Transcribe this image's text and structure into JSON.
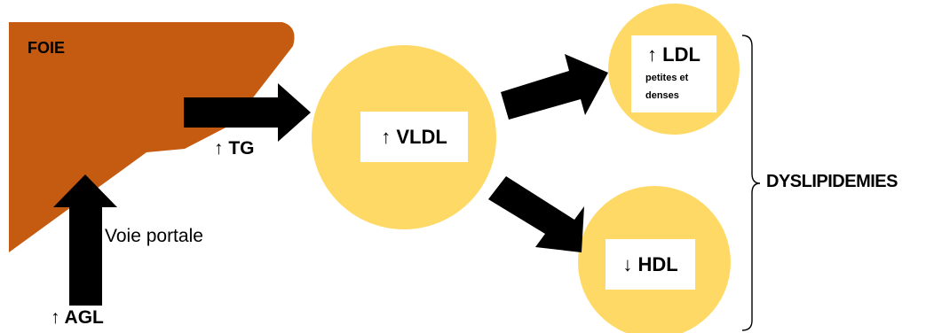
{
  "colors": {
    "liver": "#C55A11",
    "circle": "#FFD966",
    "arrow": "#000000",
    "box": "#FFFFFF"
  },
  "labels": {
    "liver": "FOIE",
    "tg": "↑ TG",
    "portal_vein": "Voie portale",
    "agl": "↑ AGL",
    "vldl": "↑ VLDL",
    "ldl": "↑ LDL",
    "ldl_sub": "petites et denses",
    "hdl": "↓ HDL",
    "dyslipidemia": "DYSLIPIDEMIES"
  }
}
